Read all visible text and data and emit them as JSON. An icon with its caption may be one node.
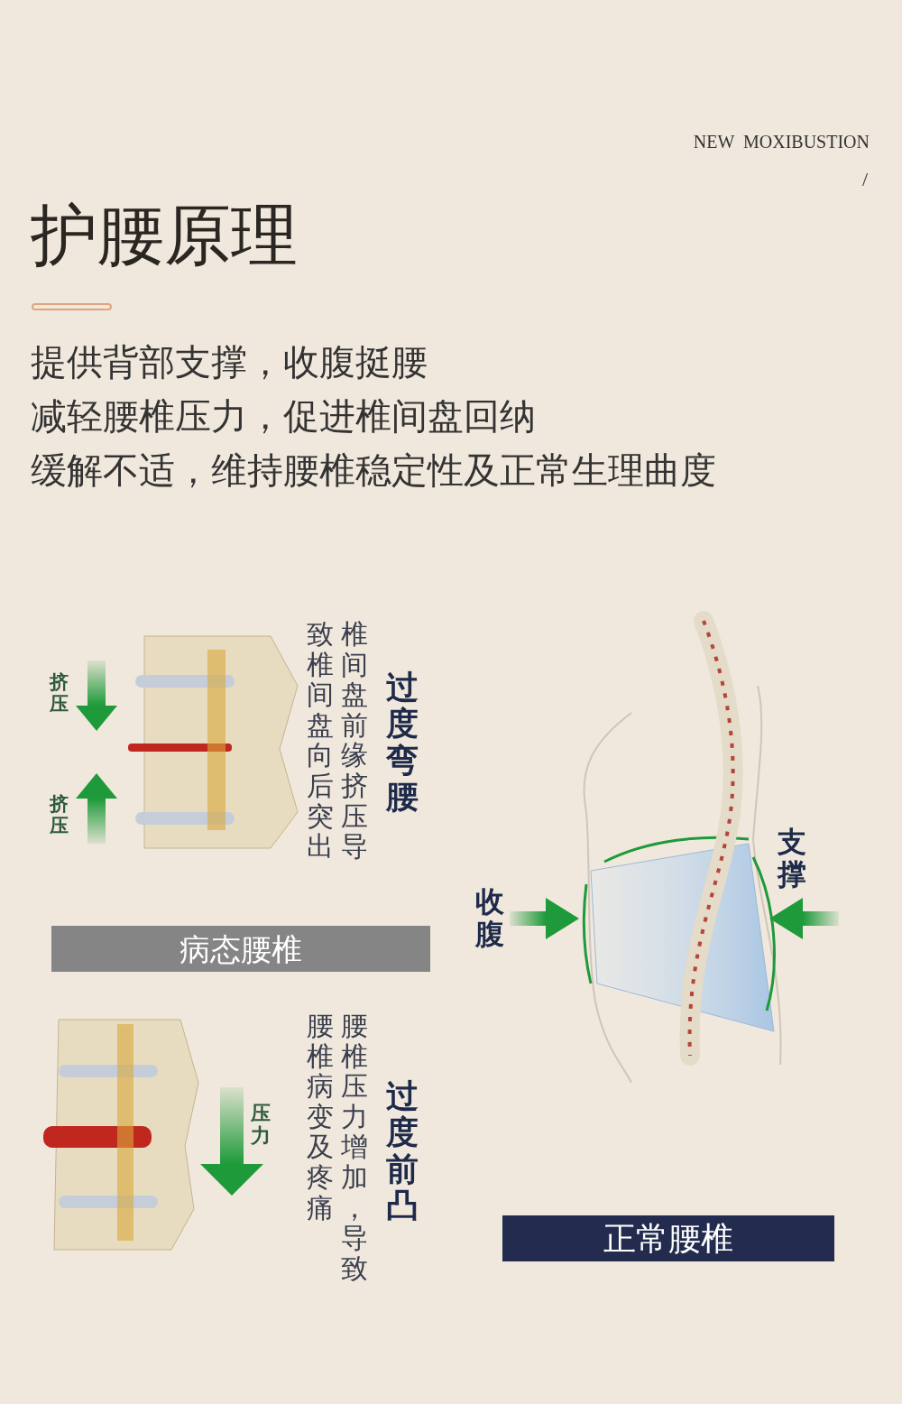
{
  "diagram": {
    "title": "护腰原理",
    "nodes": [
      {
        "text": [
          "病态腰椎"
        ]
      },
      {
        "text": [
          "正常腰椎"
        ]
      }
    ],
    "labels": [
      "NEW  MOXIBUSTION",
      "/",
      "提供背部支撑，收腹挺腰",
      "减轻腰椎压力，促进椎间盘回纳",
      "缓解不适，维持腰椎稳定性及正常生理曲度",
      "挤压",
      "挤压",
      "过度弯腰",
      "椎间盘前缘挤压导",
      "致椎间盘向后突出",
      "收腹",
      "支撑",
      "压力",
      "过度前凸",
      "腰椎压力增加，导致",
      "腰椎病变及疼痛"
    ]
  }
}
